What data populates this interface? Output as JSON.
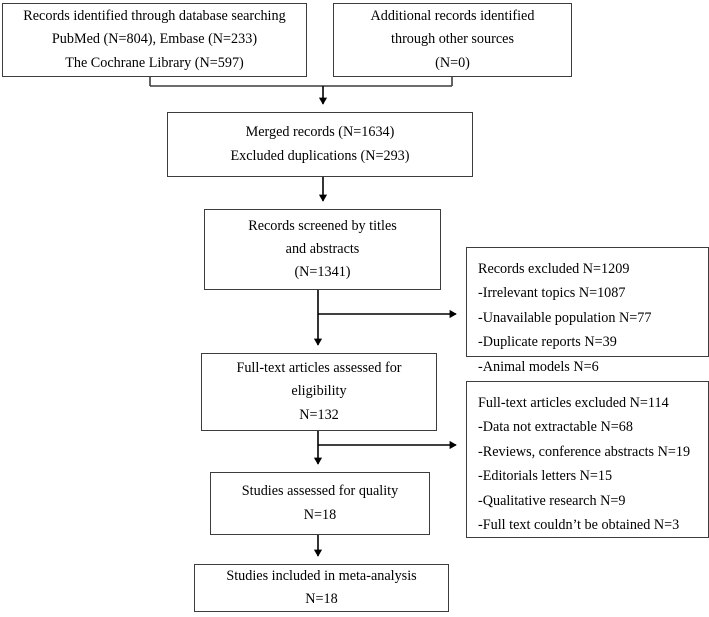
{
  "diagram": {
    "title": "PRISMA study selection flow diagram",
    "line_color": "#3d3d3d",
    "arrow_color": "#000000",
    "background": "#ffffff"
  },
  "nodes": {
    "db_search": {
      "name": "records-identified-database-searching",
      "lines": [
        "Records identified through database searching",
        "PubMed (N=804), Embase (N=233)",
        "The Cochrane Library (N=597)"
      ]
    },
    "other_sources": {
      "name": "additional-records-other-sources",
      "lines": [
        "Additional records identified",
        "through other sources",
        "(N=0)"
      ]
    },
    "merged": {
      "name": "merged-records",
      "lines": [
        "Merged records (N=1634)",
        "Excluded duplications (N=293)"
      ]
    },
    "screened": {
      "name": "records-screened",
      "lines": [
        "Records screened by titles",
        "and abstracts",
        "(N=1341)"
      ]
    },
    "fulltext": {
      "name": "fulltext-assessed-eligibility",
      "lines": [
        "Full-text articles assessed for",
        "eligibility",
        "N=132"
      ]
    },
    "quality": {
      "name": "studies-assessed-quality",
      "lines": [
        "Studies assessed for quality",
        "N=18"
      ]
    },
    "included": {
      "name": "studies-included-meta-analysis",
      "lines": [
        "Studies included in meta-analysis",
        "N=18"
      ]
    },
    "excluded_screening": {
      "name": "records-excluded-screening",
      "lines": [
        "Records excluded N=1209",
        "-Irrelevant topics N=1087",
        "-Unavailable population N=77",
        "-Duplicate reports N=39",
        "-Animal models N=6"
      ]
    },
    "excluded_eligibility": {
      "name": "fulltext-articles-excluded",
      "lines": [
        "Full-text articles excluded N=114",
        "-Data not extractable N=68",
        "-Reviews, conference abstracts N=19",
        "-Editorials letters N=15",
        "-Qualitative research N=9",
        "-Full text couldn’t be obtained N=3"
      ]
    }
  },
  "chart_data": {
    "type": "diagram",
    "title": "PRISMA flow of study selection",
    "stages": [
      {
        "stage": "Identification: database searching",
        "total": 1634,
        "sources": [
          {
            "label": "PubMed",
            "n": 804
          },
          {
            "label": "Embase",
            "n": 233
          },
          {
            "label": "The Cochrane Library",
            "n": 597
          }
        ]
      },
      {
        "stage": "Identification: other sources",
        "total": 0
      },
      {
        "stage": "Merged records",
        "n": 1634,
        "duplicates_excluded": 293
      },
      {
        "stage": "Records screened by titles and abstracts",
        "n": 1341
      },
      {
        "stage": "Records excluded at screening",
        "n": 1209,
        "reasons": [
          {
            "reason": "Irrelevant topics",
            "n": 1087
          },
          {
            "reason": "Unavailable population",
            "n": 77
          },
          {
            "reason": "Duplicate reports",
            "n": 39
          },
          {
            "reason": "Animal models",
            "n": 6
          }
        ]
      },
      {
        "stage": "Full-text articles assessed for eligibility",
        "n": 132
      },
      {
        "stage": "Full-text articles excluded",
        "n": 114,
        "reasons": [
          {
            "reason": "Data not extractable",
            "n": 68
          },
          {
            "reason": "Reviews, conference abstracts",
            "n": 19
          },
          {
            "reason": "Editorials letters",
            "n": 15
          },
          {
            "reason": "Qualitative research",
            "n": 9
          },
          {
            "reason": "Full text couldn’t be obtained",
            "n": 3
          }
        ]
      },
      {
        "stage": "Studies assessed for quality",
        "n": 18
      },
      {
        "stage": "Studies included in meta-analysis",
        "n": 18
      }
    ]
  }
}
